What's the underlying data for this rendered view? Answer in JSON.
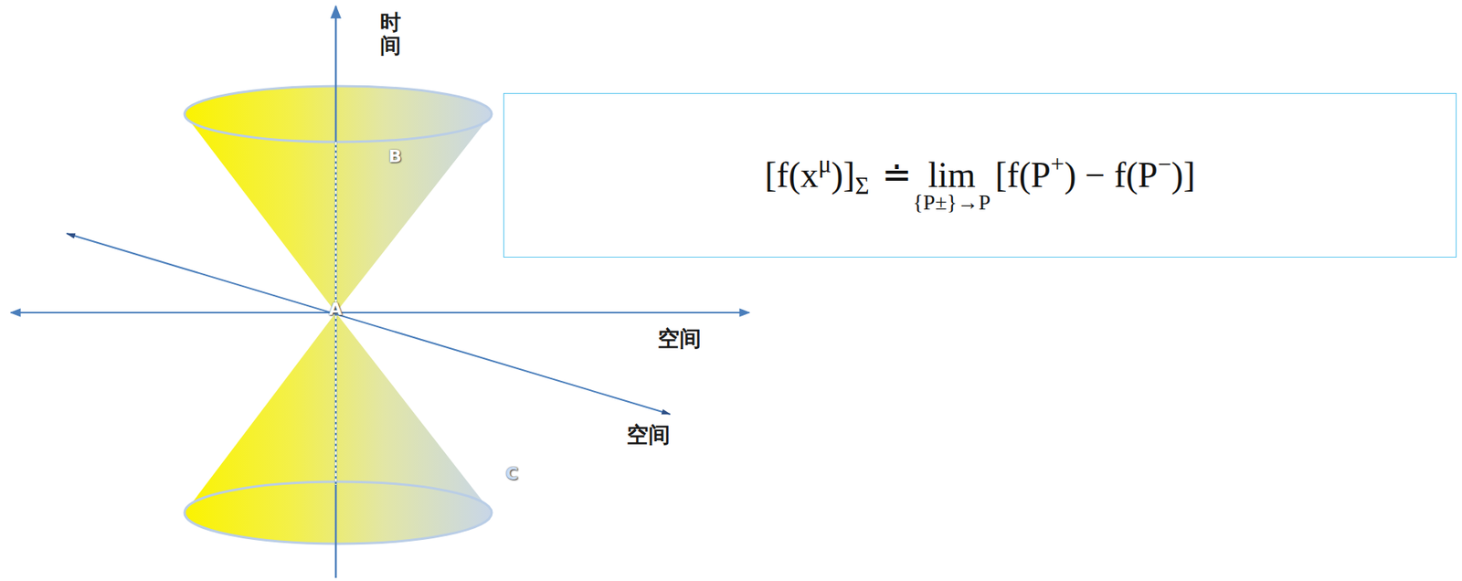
{
  "diagram": {
    "nodes": [
      {
        "text": [
          "[f(x",
          "μ",
          ")]",
          "Σ",
          "≐",
          "lim",
          "{P±}→P",
          "[f(P",
          "+",
          ") − f(P",
          "−",
          ")]"
        ]
      }
    ],
    "labels": [
      "时间",
      "空间",
      "空间",
      "A",
      "B",
      "C"
    ]
  }
}
